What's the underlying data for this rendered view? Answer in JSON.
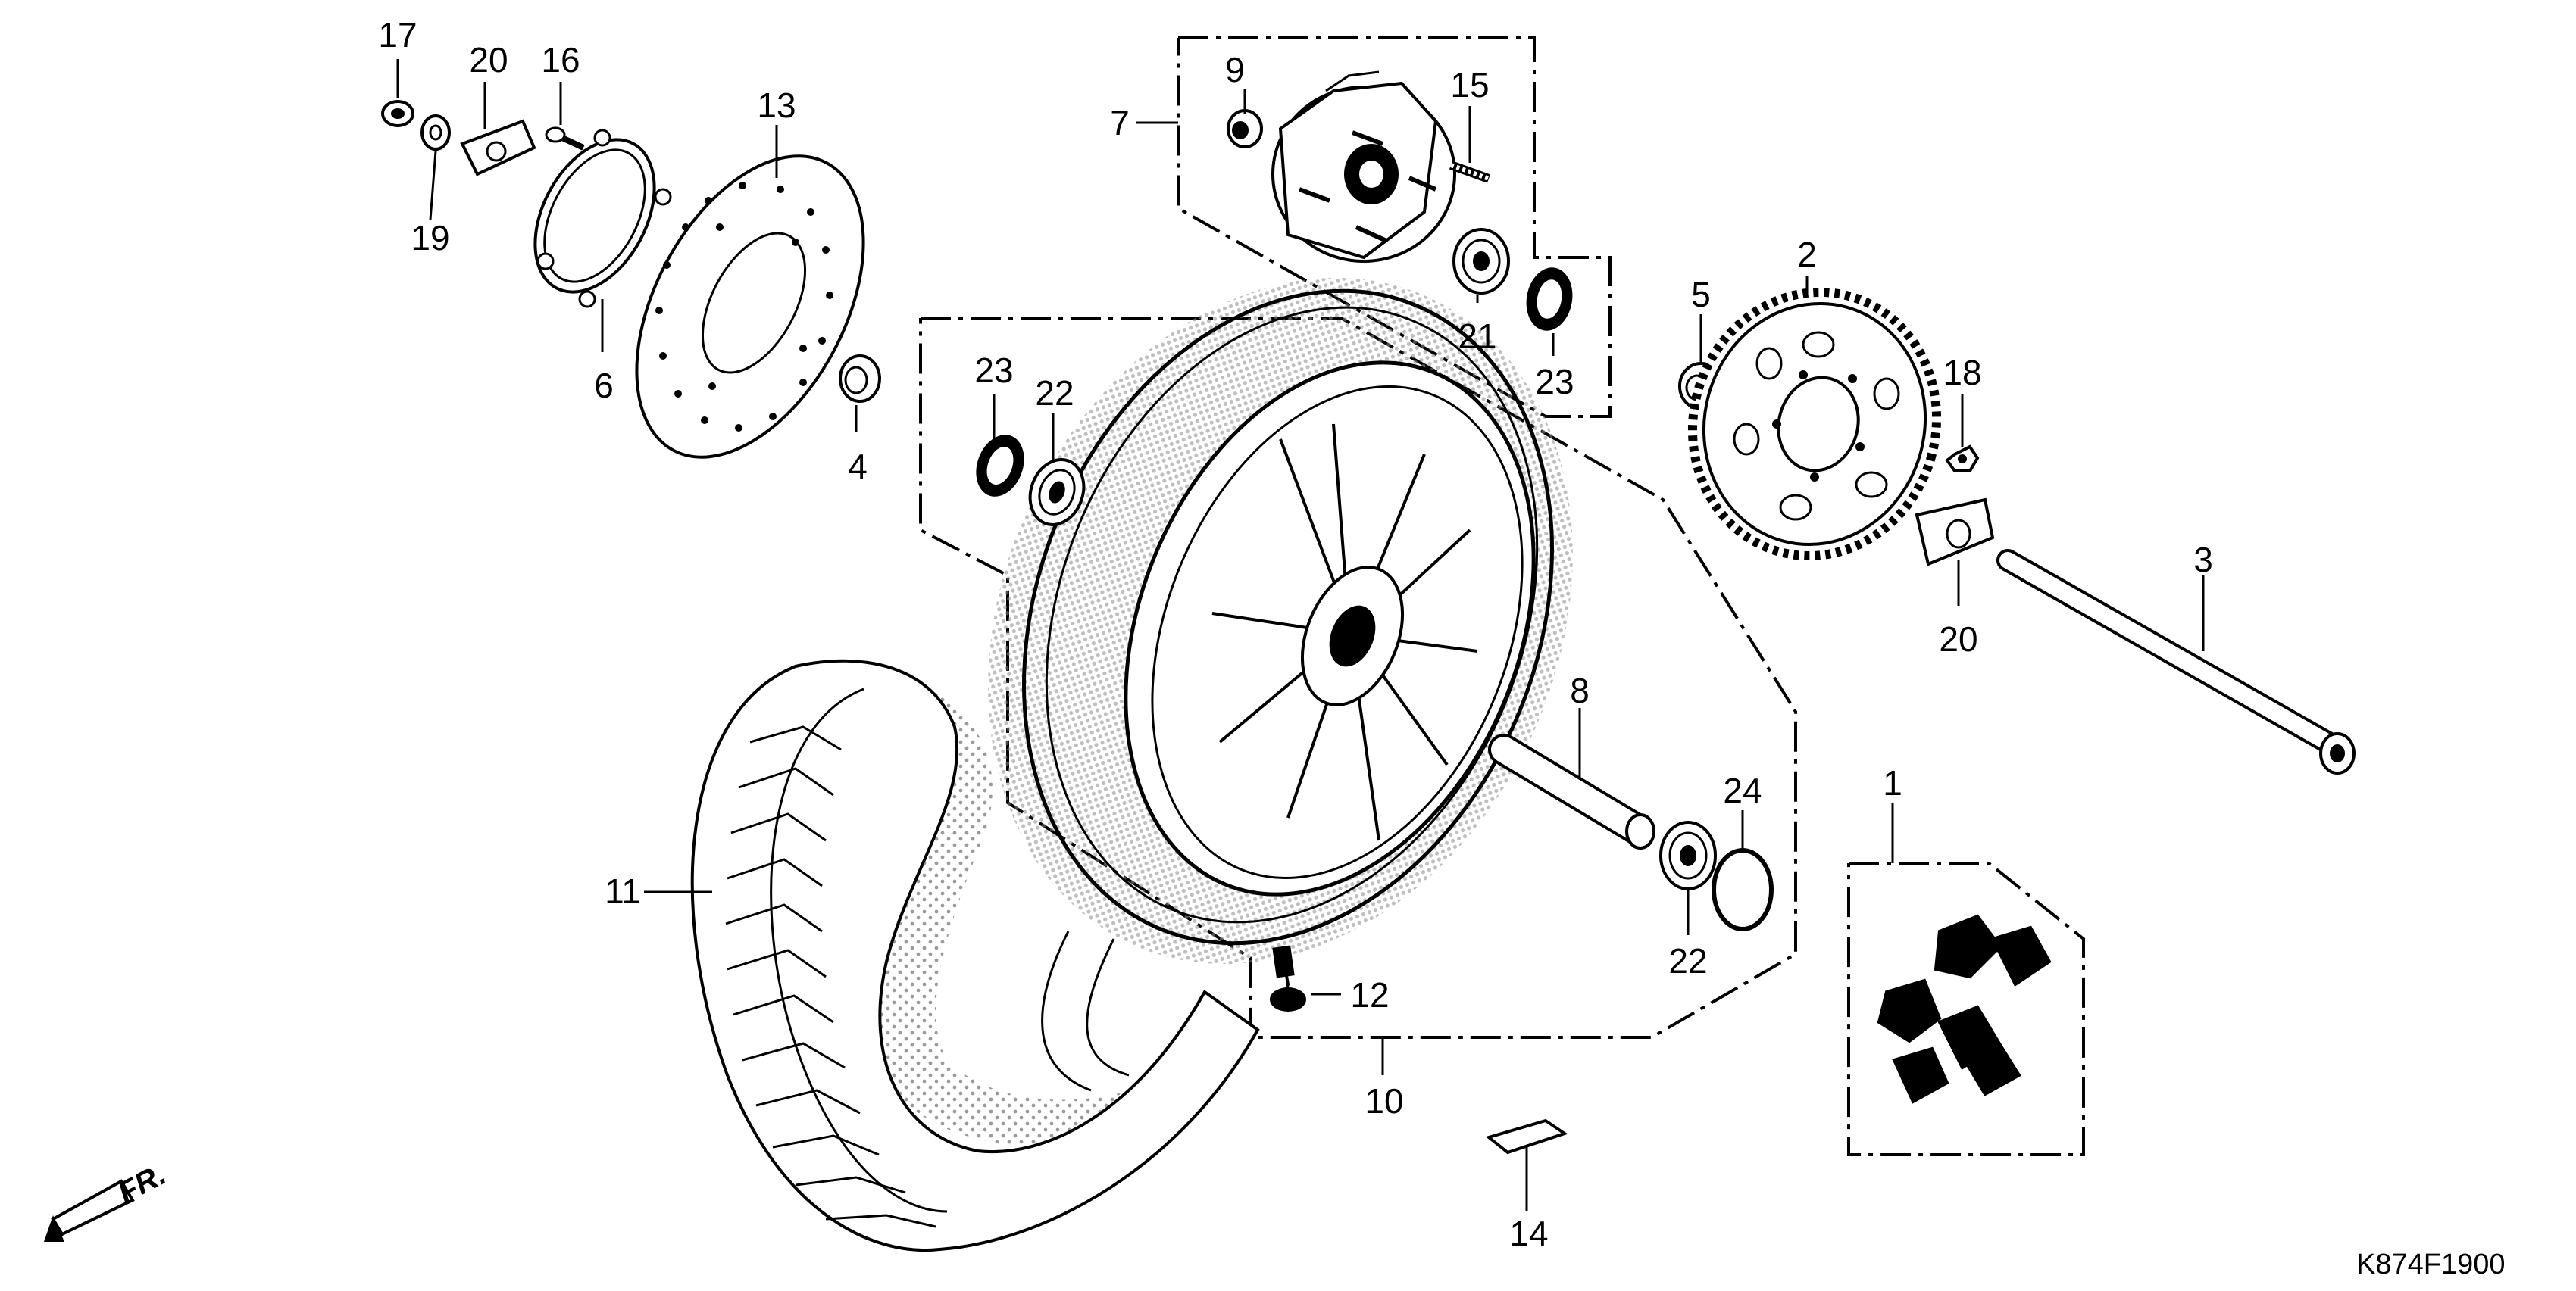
{
  "diagram": {
    "code": "K874F1900",
    "front_label": "FR.",
    "callouts": [
      "17",
      "20",
      "16",
      "13",
      "19",
      "6",
      "4",
      "9",
      "7",
      "15",
      "21",
      "23",
      "5",
      "2",
      "18",
      "23",
      "22",
      "20",
      "3",
      "8",
      "24",
      "1",
      "11",
      "12",
      "22",
      "10",
      "14"
    ]
  },
  "colors": {
    "ink": "#000000",
    "background": "#ffffff",
    "stipple": "#8a8a8a"
  }
}
